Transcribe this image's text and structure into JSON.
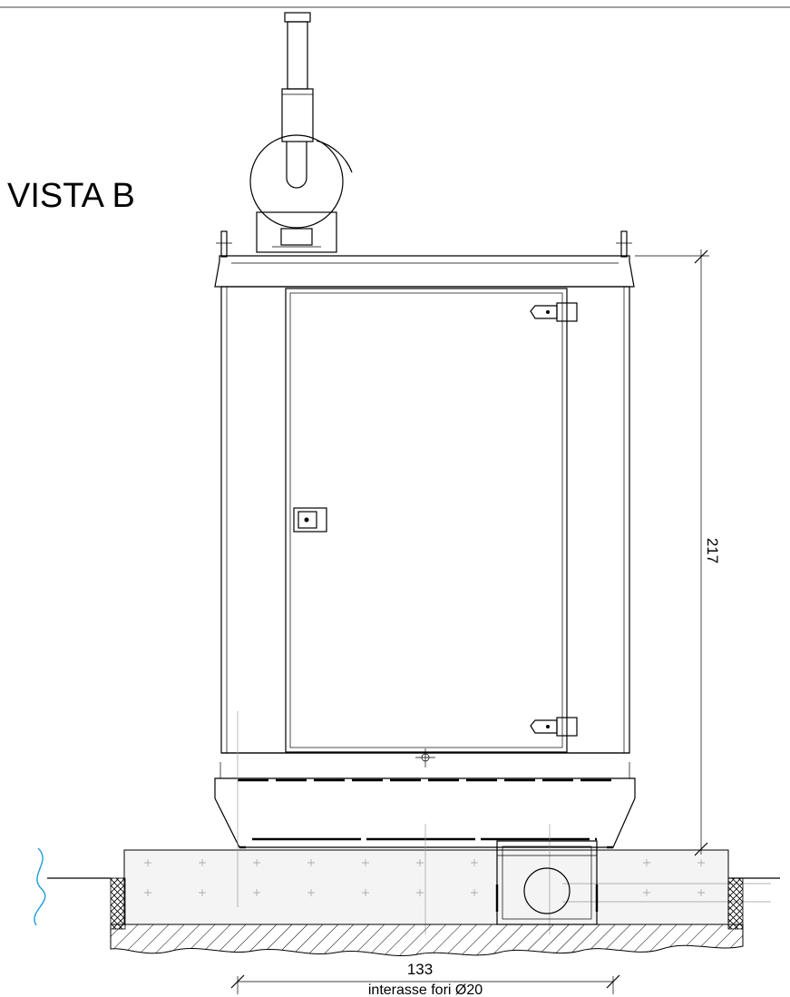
{
  "view_title": "VISTA B",
  "dimensions": {
    "height_value": "217",
    "width_value": "133",
    "holes_label": "interasse fori Ø20"
  },
  "colors": {
    "line": "#000000",
    "construction": "#9a9a9a",
    "break_line": "#1a9bdc"
  }
}
